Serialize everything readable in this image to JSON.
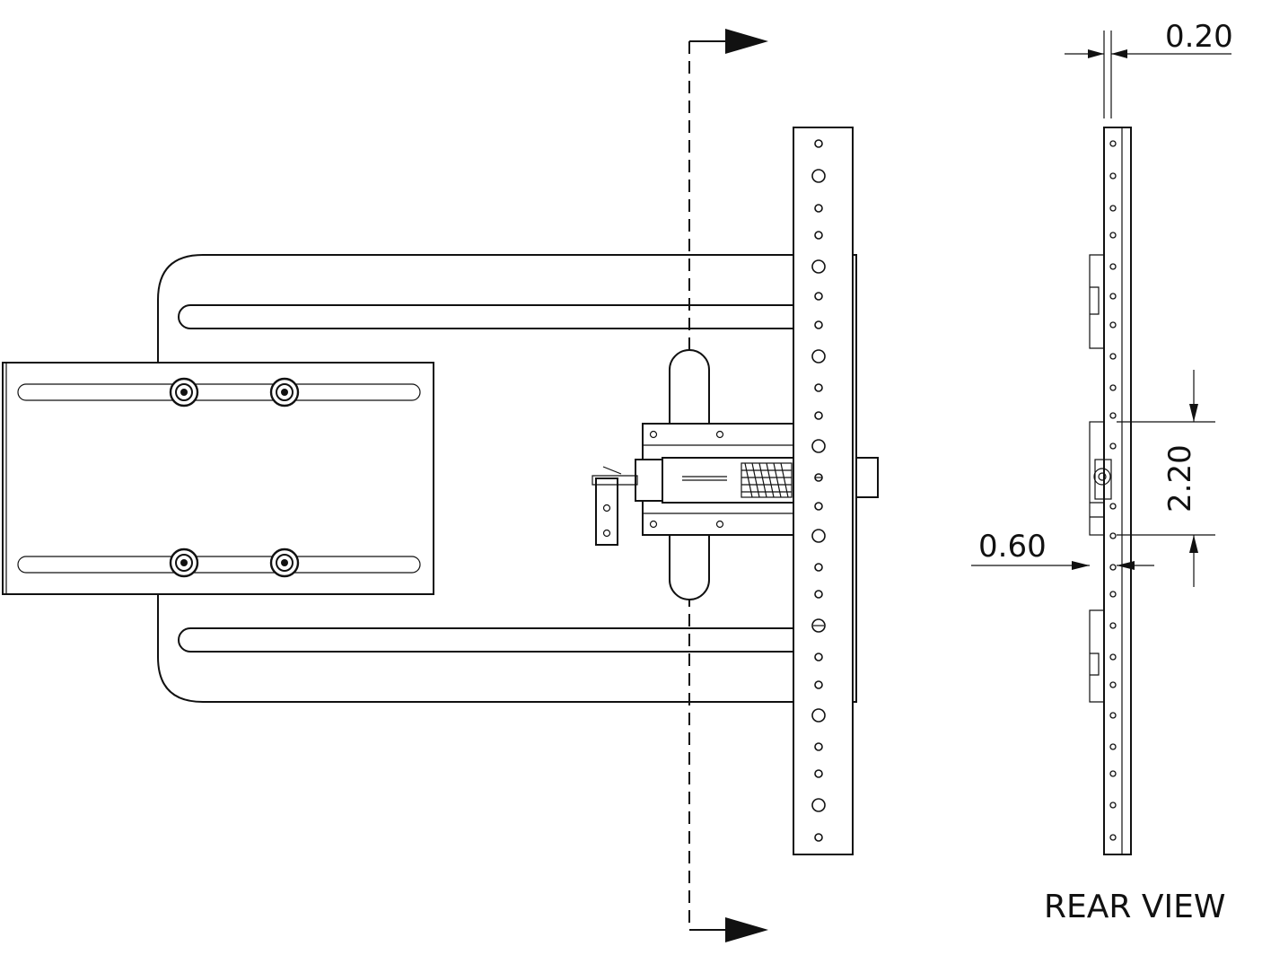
{
  "figure": {
    "view_label": "REAR VIEW",
    "dimensions": {
      "top_thickness": "0.20",
      "vertical_gap": "2.20",
      "side_offset": "0.60"
    }
  }
}
